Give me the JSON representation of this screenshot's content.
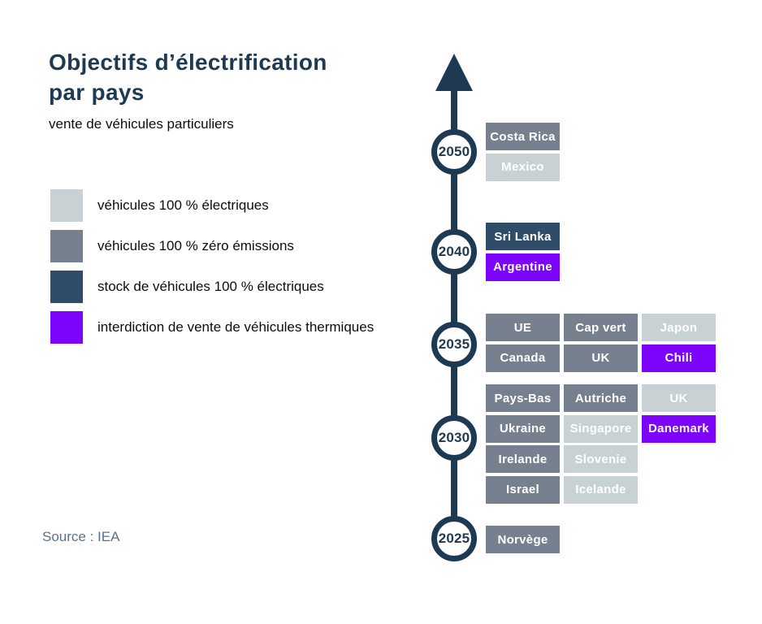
{
  "title": {
    "line1": "Objectifs d’électrification",
    "line2": "par pays"
  },
  "subtitle": "vente de véhicules particuliers",
  "source": "Source : IEA",
  "colors": {
    "navy": "#1e3a52",
    "electric": "#c8d1d4",
    "zero": "#76808f",
    "stock": "#2f4d68",
    "ban": "#7c04fb",
    "source_text": "#5b7089"
  },
  "legend": [
    {
      "label": "véhicules 100 % électriques",
      "category": "electric"
    },
    {
      "label": "véhicules 100 % zéro émissions",
      "category": "zero"
    },
    {
      "label": "stock de véhicules 100 % électriques",
      "category": "stock"
    },
    {
      "label": "interdiction de vente de véhicules thermiques",
      "category": "ban"
    }
  ],
  "timeline": {
    "arrow_direction": "up",
    "groups": [
      {
        "year": "2050",
        "entries": [
          {
            "label": "Costa Rica",
            "category": "zero",
            "row": 0,
            "col": 0
          },
          {
            "label": "Mexico",
            "category": "electric",
            "row": 1,
            "col": 0
          }
        ]
      },
      {
        "year": "2040",
        "entries": [
          {
            "label": "Sri Lanka",
            "category": "stock",
            "row": 0,
            "col": 0
          },
          {
            "label": "Argentine",
            "category": "ban",
            "row": 1,
            "col": 0
          }
        ]
      },
      {
        "year": "2035",
        "entries": [
          {
            "label": "UE",
            "category": "zero",
            "row": 0,
            "col": 0
          },
          {
            "label": "Cap vert",
            "category": "zero",
            "row": 0,
            "col": 1
          },
          {
            "label": "Japon",
            "category": "electric",
            "row": 0,
            "col": 2
          },
          {
            "label": "Canada",
            "category": "zero",
            "row": 1,
            "col": 0
          },
          {
            "label": "UK",
            "category": "zero",
            "row": 1,
            "col": 1
          },
          {
            "label": "Chili",
            "category": "ban",
            "row": 1,
            "col": 2
          }
        ]
      },
      {
        "year": "2030",
        "entries": [
          {
            "label": "Pays-Bas",
            "category": "zero",
            "row": 0,
            "col": 0
          },
          {
            "label": "Autriche",
            "category": "zero",
            "row": 0,
            "col": 1
          },
          {
            "label": "UK",
            "category": "electric",
            "row": 0,
            "col": 2
          },
          {
            "label": "Ukraine",
            "category": "zero",
            "row": 1,
            "col": 0
          },
          {
            "label": "Singapore",
            "category": "electric",
            "row": 1,
            "col": 1
          },
          {
            "label": "Danemark",
            "category": "ban",
            "row": 1,
            "col": 2
          },
          {
            "label": "Irelande",
            "category": "zero",
            "row": 2,
            "col": 0
          },
          {
            "label": "Slovenie",
            "category": "electric",
            "row": 2,
            "col": 1
          },
          {
            "label": "Israel",
            "category": "zero",
            "row": 3,
            "col": 0
          },
          {
            "label": "Icelande",
            "category": "electric",
            "row": 3,
            "col": 1
          }
        ]
      },
      {
        "year": "2025",
        "entries": [
          {
            "label": "Norvège",
            "category": "zero",
            "row": 0,
            "col": 0
          }
        ]
      }
    ]
  }
}
